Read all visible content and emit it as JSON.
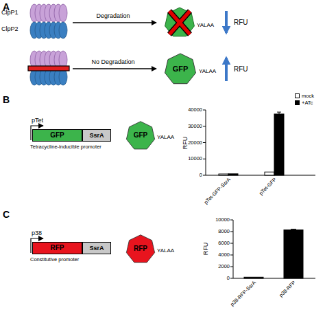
{
  "diagram": {
    "nodes": [
      {
        "text": [
          "GFP"
        ]
      },
      {
        "text": [
          "GFP"
        ]
      },
      {
        "text": [
          "SsrA"
        ]
      },
      {
        "text": [
          "GFP"
        ]
      },
      {
        "text": [
          "RFP"
        ]
      },
      {
        "text": [
          "SsrA"
        ]
      },
      {
        "text": [
          "RFP"
        ]
      }
    ],
    "labels": [
      "A",
      "ClpP1",
      "ClpP2",
      "Degradation",
      "YALAA",
      "RFU",
      "No Degradation",
      "YALAA",
      "RFU",
      "B",
      "pTet",
      "Tetracycline-inducible promoter",
      "YALAA",
      "RFU",
      "40000",
      "30000",
      "20000",
      "10000",
      "0",
      "pTet-GFP-SsrA",
      "pTet-GFP",
      "C",
      "p38",
      "Constitutive promoter",
      "YALAA",
      "RFU",
      "10000",
      "8000",
      "6000",
      "4000",
      "2000",
      "0",
      "p38-RFP-SsrA",
      "p38-RFP"
    ],
    "legend": [
      {
        "text": "mock",
        "color": "#ffffff"
      },
      {
        "text": "+ATc",
        "color": "#000000"
      }
    ]
  }
}
